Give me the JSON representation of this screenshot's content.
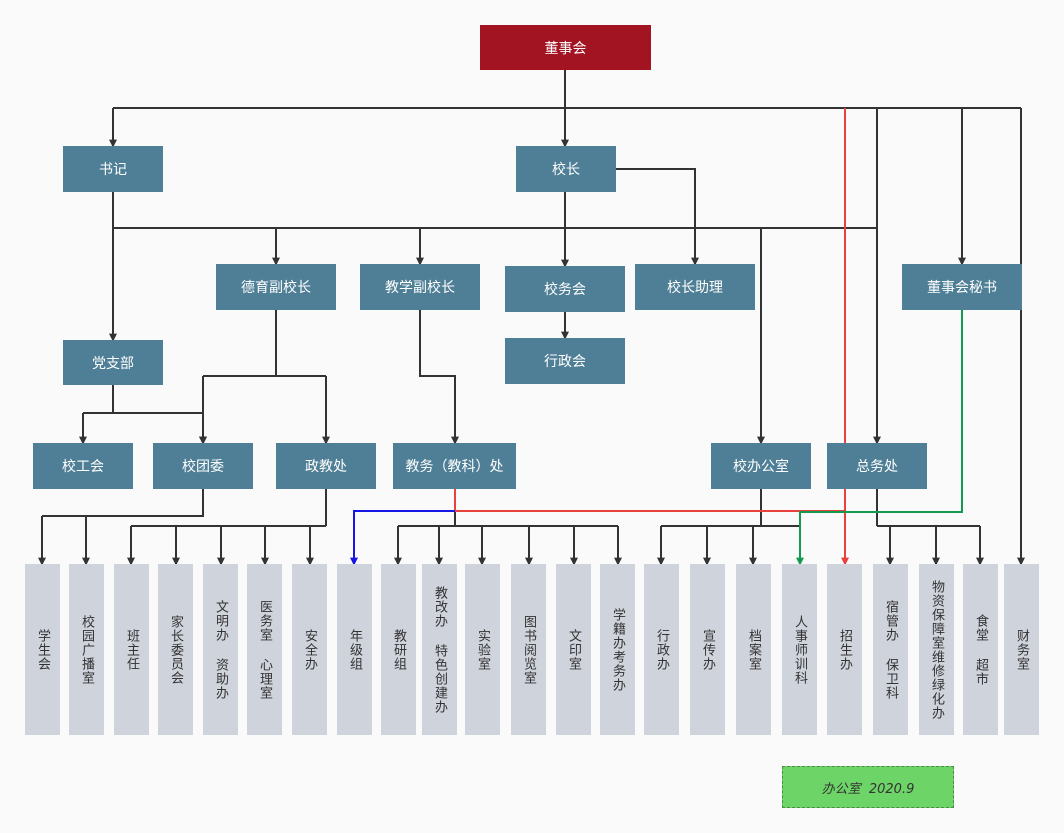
{
  "nodes": {
    "board": "董事会",
    "secretary": "书记",
    "principal": "校长",
    "moral_vp": "德育副校长",
    "teaching_vp": "教学副校长",
    "school_council": "校务会",
    "principal_assistant": "校长助理",
    "board_secretary": "董事会秘书",
    "admin_council": "行政会",
    "party_branch": "党支部",
    "labor_union": "校工会",
    "youth_league": "校团委",
    "political_office": "政教处",
    "academic_office": "教务（教科）处",
    "principal_office": "校办公室",
    "general_affairs": "总务处"
  },
  "leaves": [
    "学生会",
    "校园广播室",
    "班主任",
    "家长委员会",
    "文明办 资助办",
    "医务室 心理室",
    "安全办",
    "年级组",
    "教研组",
    "教改办 特色创建办",
    "实验室",
    "图书阅览室",
    "文印室",
    "学籍办考务办",
    "行政办",
    "宣传办",
    "档案室",
    "人事师训科",
    "招生办",
    "宿管办 保卫科",
    "物资保障室维修绿化办",
    "食堂 超市",
    "财务室"
  ],
  "note": "办公室  2020.9",
  "colors": {
    "box": "#4f7f96",
    "root": "#a31422",
    "leaf": "#cfd3dc",
    "connector": "#333333",
    "red_line": "#e8413e",
    "blue_line": "#1515e6",
    "green_line": "#139a4f",
    "note_fill": "#6dd468"
  }
}
